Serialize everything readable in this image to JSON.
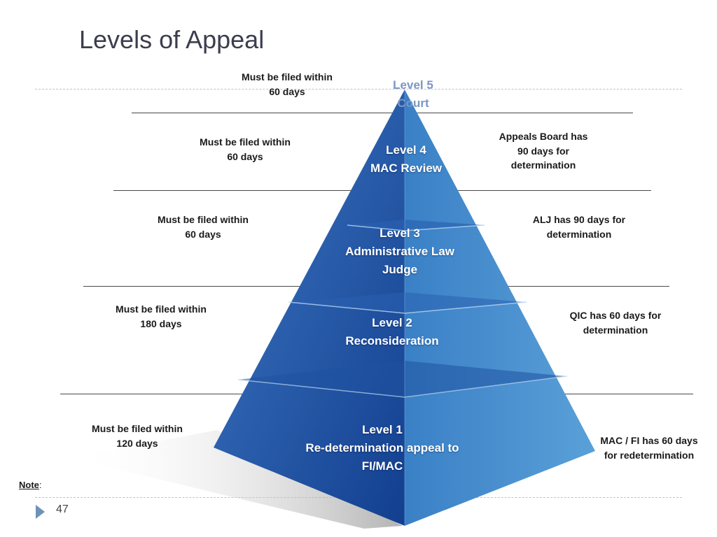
{
  "title": "Levels of Appeal",
  "levels": [
    {
      "lines": [
        "Level 5",
        "Court"
      ]
    },
    {
      "lines": [
        "Level 4",
        "MAC Review"
      ]
    },
    {
      "lines": [
        "Level 3",
        "Administrative Law",
        "Judge"
      ]
    },
    {
      "lines": [
        "Level 2",
        "Reconsideration"
      ]
    },
    {
      "lines": [
        "Level 1",
        "Re-determination appeal to",
        "FI/MAC"
      ]
    }
  ],
  "filing_notes": [
    {
      "lines": [
        "Must be filed within",
        "60 days"
      ]
    },
    {
      "lines": [
        "Must be filed within",
        "60 days"
      ]
    },
    {
      "lines": [
        "Must be filed within",
        "60 days"
      ]
    },
    {
      "lines": [
        "Must be filed within",
        "180 days"
      ]
    },
    {
      "lines": [
        "Must be filed within",
        "120 days"
      ]
    }
  ],
  "determination_notes": [
    {
      "lines": [
        "Appeals Board has",
        "90 days for",
        "determination"
      ]
    },
    {
      "lines": [
        "ALJ has 90 days for",
        "determination"
      ]
    },
    {
      "lines": [
        "QIC has 60 days for",
        "determination"
      ]
    },
    {
      "lines": [
        "MAC / FI has 60 days",
        "for redetermination"
      ]
    }
  ],
  "footer": {
    "note_label": "Note",
    "note_colon": ":",
    "page_number": "47"
  },
  "colors": {
    "pyramid_dark": "#1f4f9c",
    "pyramid_light": "#5a9bd5",
    "title": "#3d3d4f"
  }
}
